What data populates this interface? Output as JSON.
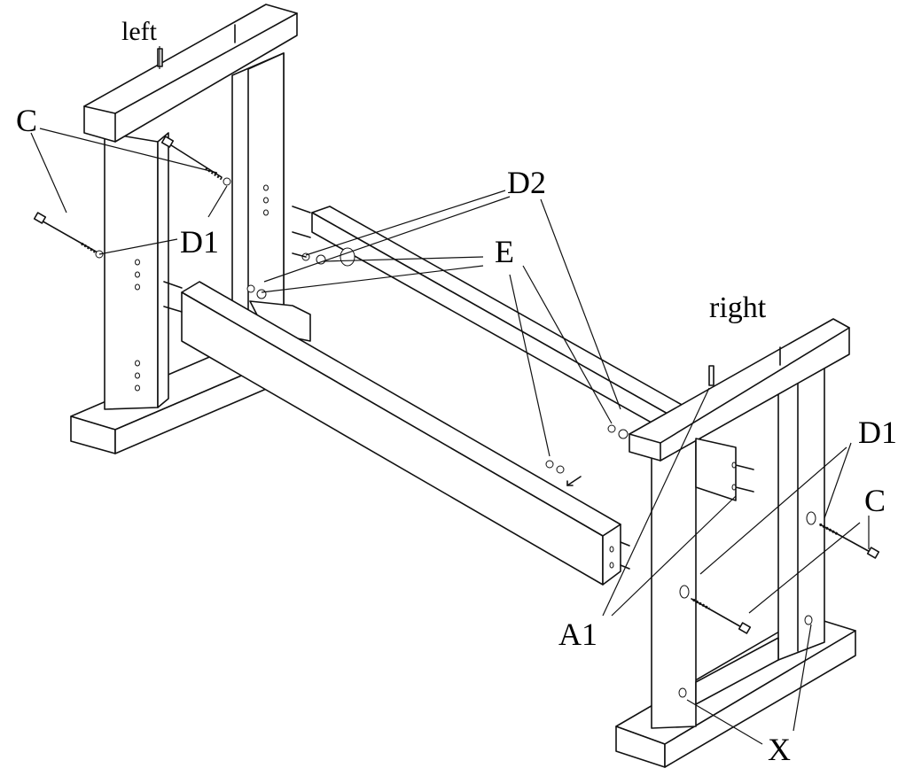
{
  "labels": {
    "left": "left",
    "right": "right",
    "c_left": "C",
    "c_right": "C",
    "d1_left": "D1",
    "d1_right": "D1",
    "d2": "D2",
    "e": "E",
    "a1": "A1",
    "x": "X"
  },
  "colors": {
    "line": "#111111",
    "background": "#ffffff"
  }
}
